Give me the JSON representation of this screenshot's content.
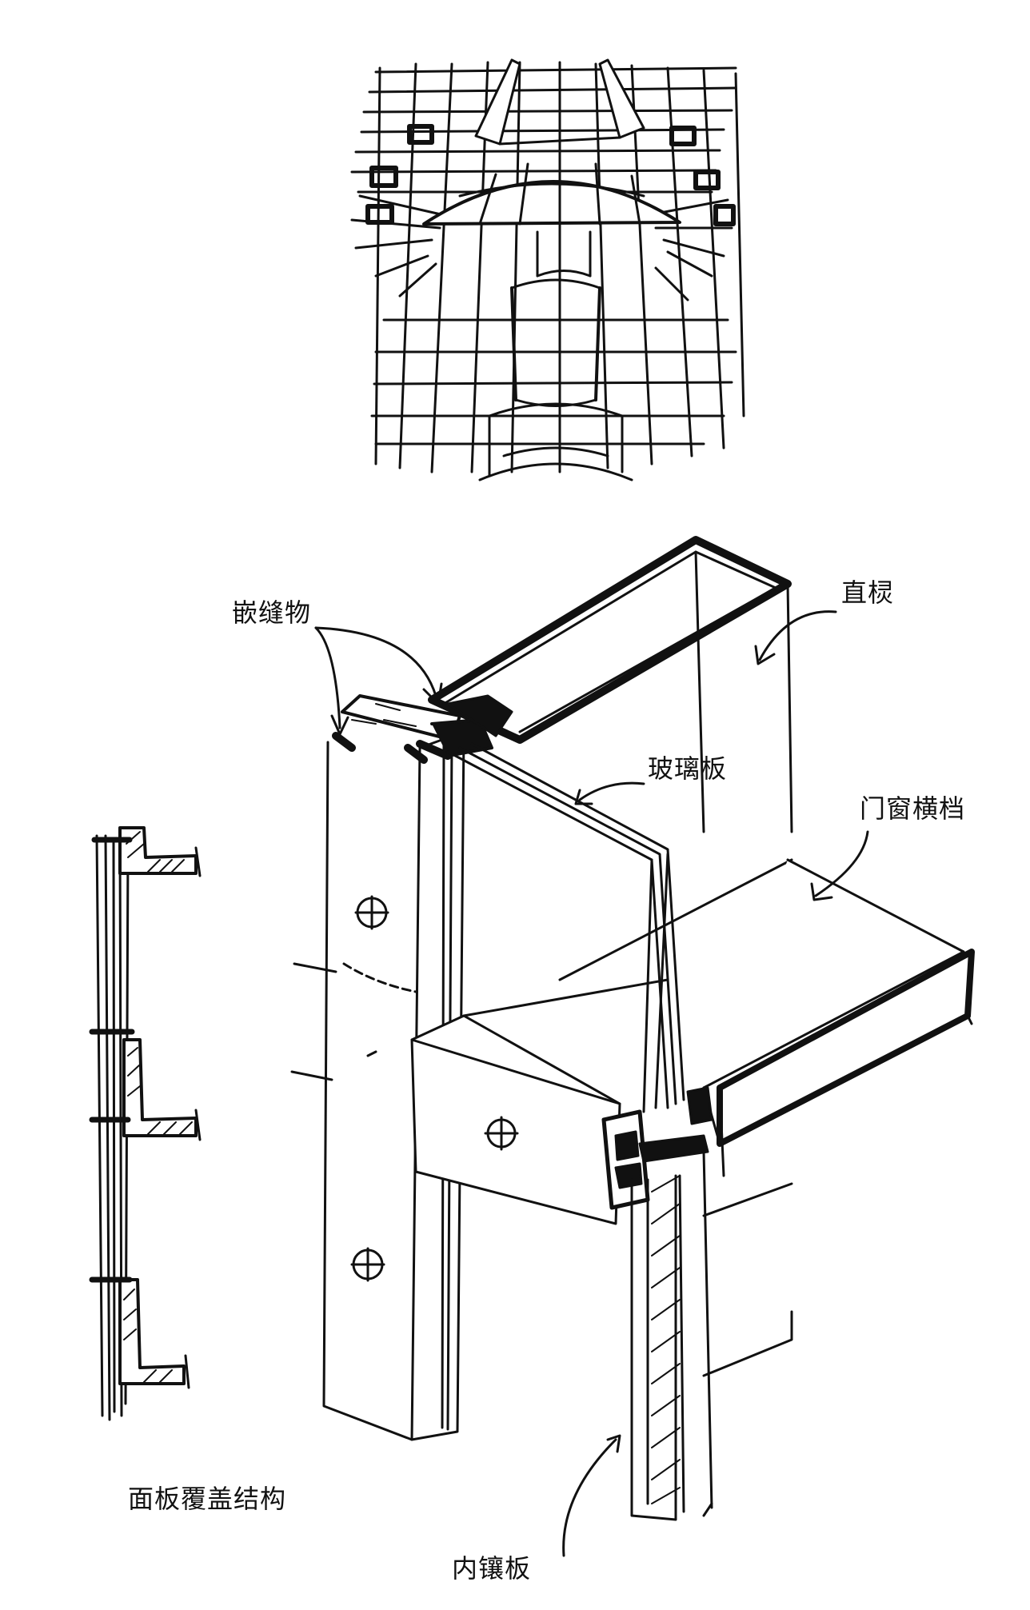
{
  "labels": {
    "caulking": "嵌缝物",
    "mullion": "直棂",
    "glass_pane": "玻璃板",
    "transom": "门窗横档",
    "panel_cover_structure": "面板覆盖结构",
    "inner_panel": "内镶板"
  },
  "colors": {
    "ink": "#111111",
    "background": "#ffffff"
  }
}
